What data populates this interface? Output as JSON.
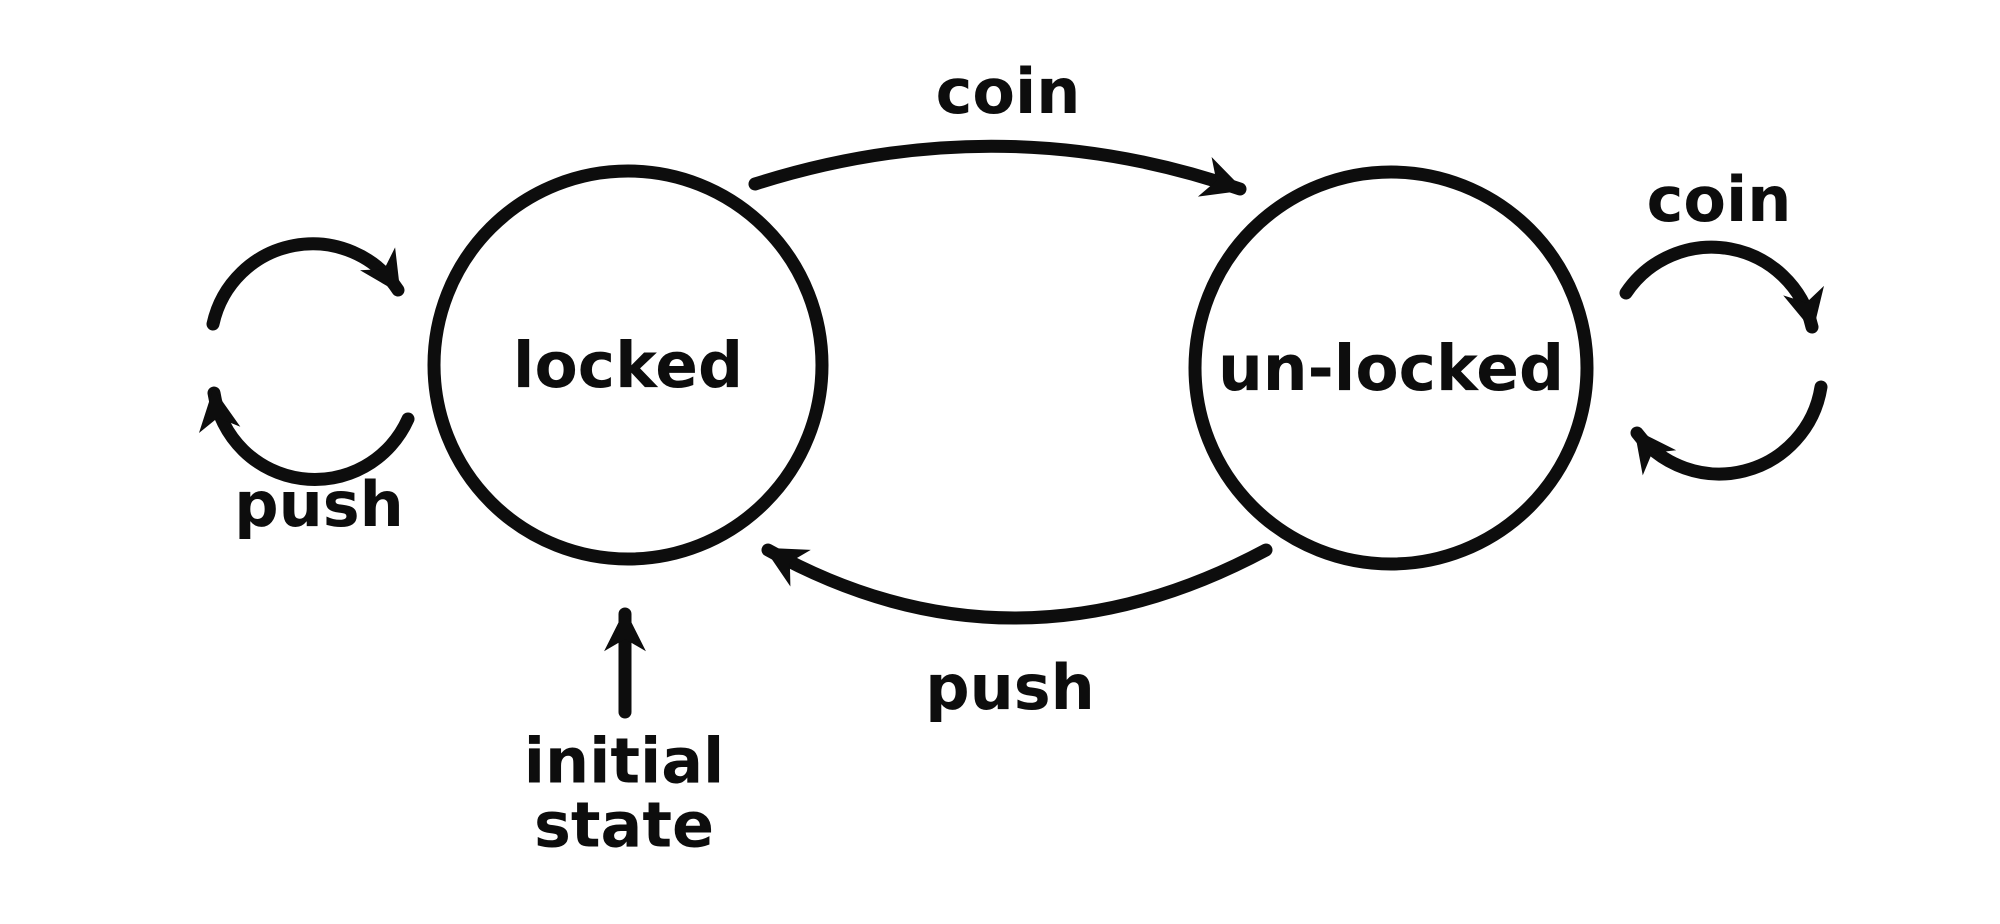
{
  "diagram": {
    "kind": "finite-state-machine",
    "background_color": "#ffffff",
    "stroke_color": "#0d0d0d",
    "states": [
      {
        "id": "locked",
        "label": "locked"
      },
      {
        "id": "unlocked",
        "label": "un-locked"
      }
    ],
    "transitions": [
      {
        "from": "locked",
        "to": "unlocked",
        "label": "coin",
        "shape": "top-arc"
      },
      {
        "from": "unlocked",
        "to": "locked",
        "label": "push",
        "shape": "bottom-arc"
      },
      {
        "from": "locked",
        "to": "locked",
        "label": "push",
        "shape": "left-self-loop"
      },
      {
        "from": "unlocked",
        "to": "unlocked",
        "label": "coin",
        "shape": "right-self-loop"
      },
      {
        "from": "start",
        "to": "locked",
        "label": "initial\nstate",
        "shape": "up-arrow"
      }
    ]
  }
}
